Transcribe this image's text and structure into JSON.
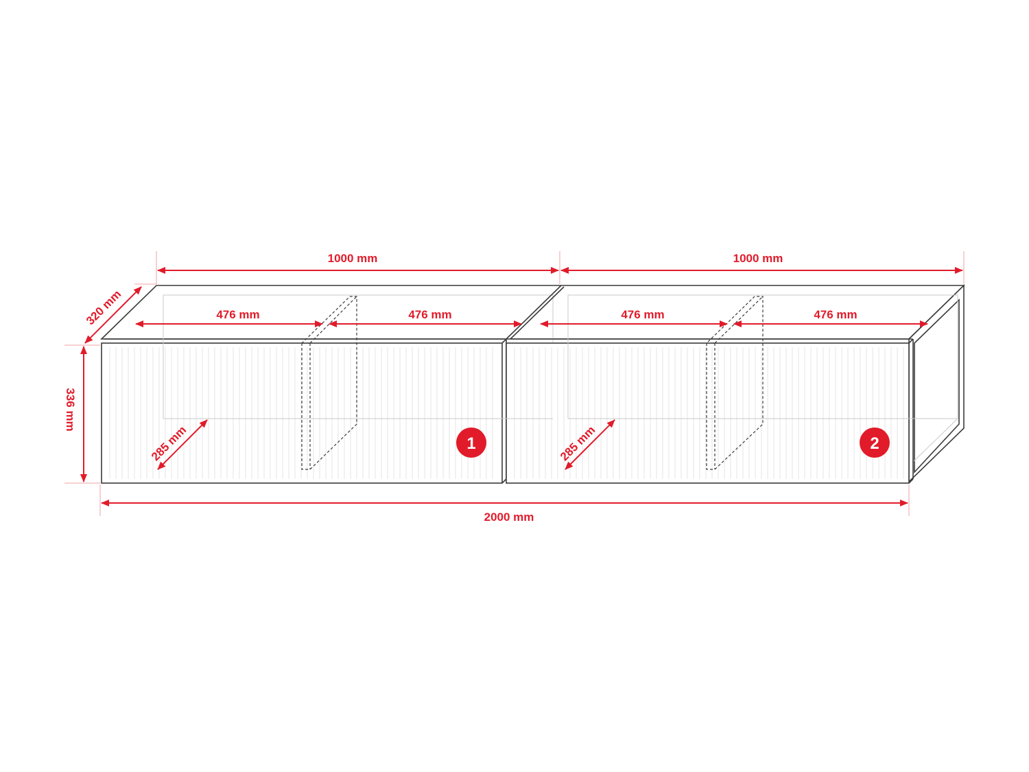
{
  "dimensions": {
    "module1_width": "1000 mm",
    "module2_width": "1000 mm",
    "m1_left_compartment": "476 mm",
    "m1_right_compartment": "476 mm",
    "m2_left_compartment": "476 mm",
    "m2_right_compartment": "476 mm",
    "depth": "320 mm",
    "height": "336 mm",
    "m1_inner_depth": "285 mm",
    "m2_inner_depth": "285 mm",
    "total_width": "2000 mm"
  },
  "badges": {
    "module1": "1",
    "module2": "2"
  },
  "colors": {
    "dimension": "#e11b2a",
    "outline": "#3a3a3a",
    "badge": "#e11b2a"
  }
}
